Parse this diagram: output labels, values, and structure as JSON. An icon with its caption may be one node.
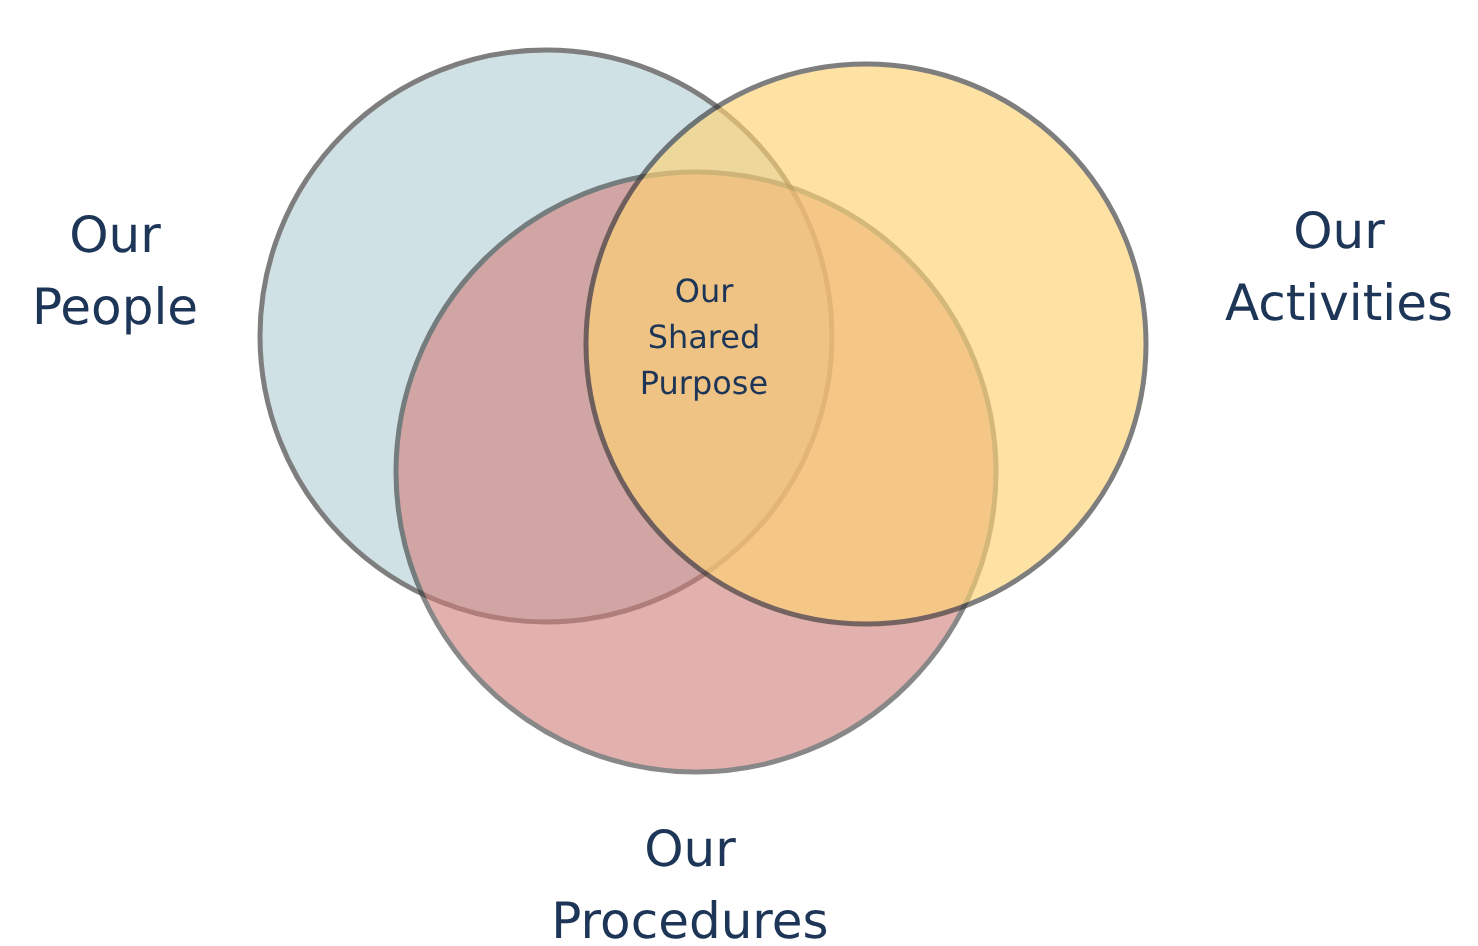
{
  "diagram": {
    "nodes": [
      {
        "text": [
          "Our People"
        ]
      },
      {
        "text": [
          "Our Activities"
        ]
      },
      {
        "text": [
          "Our Procedures"
        ]
      }
    ],
    "labels": [
      "Our Shared Purpose"
    ]
  }
}
